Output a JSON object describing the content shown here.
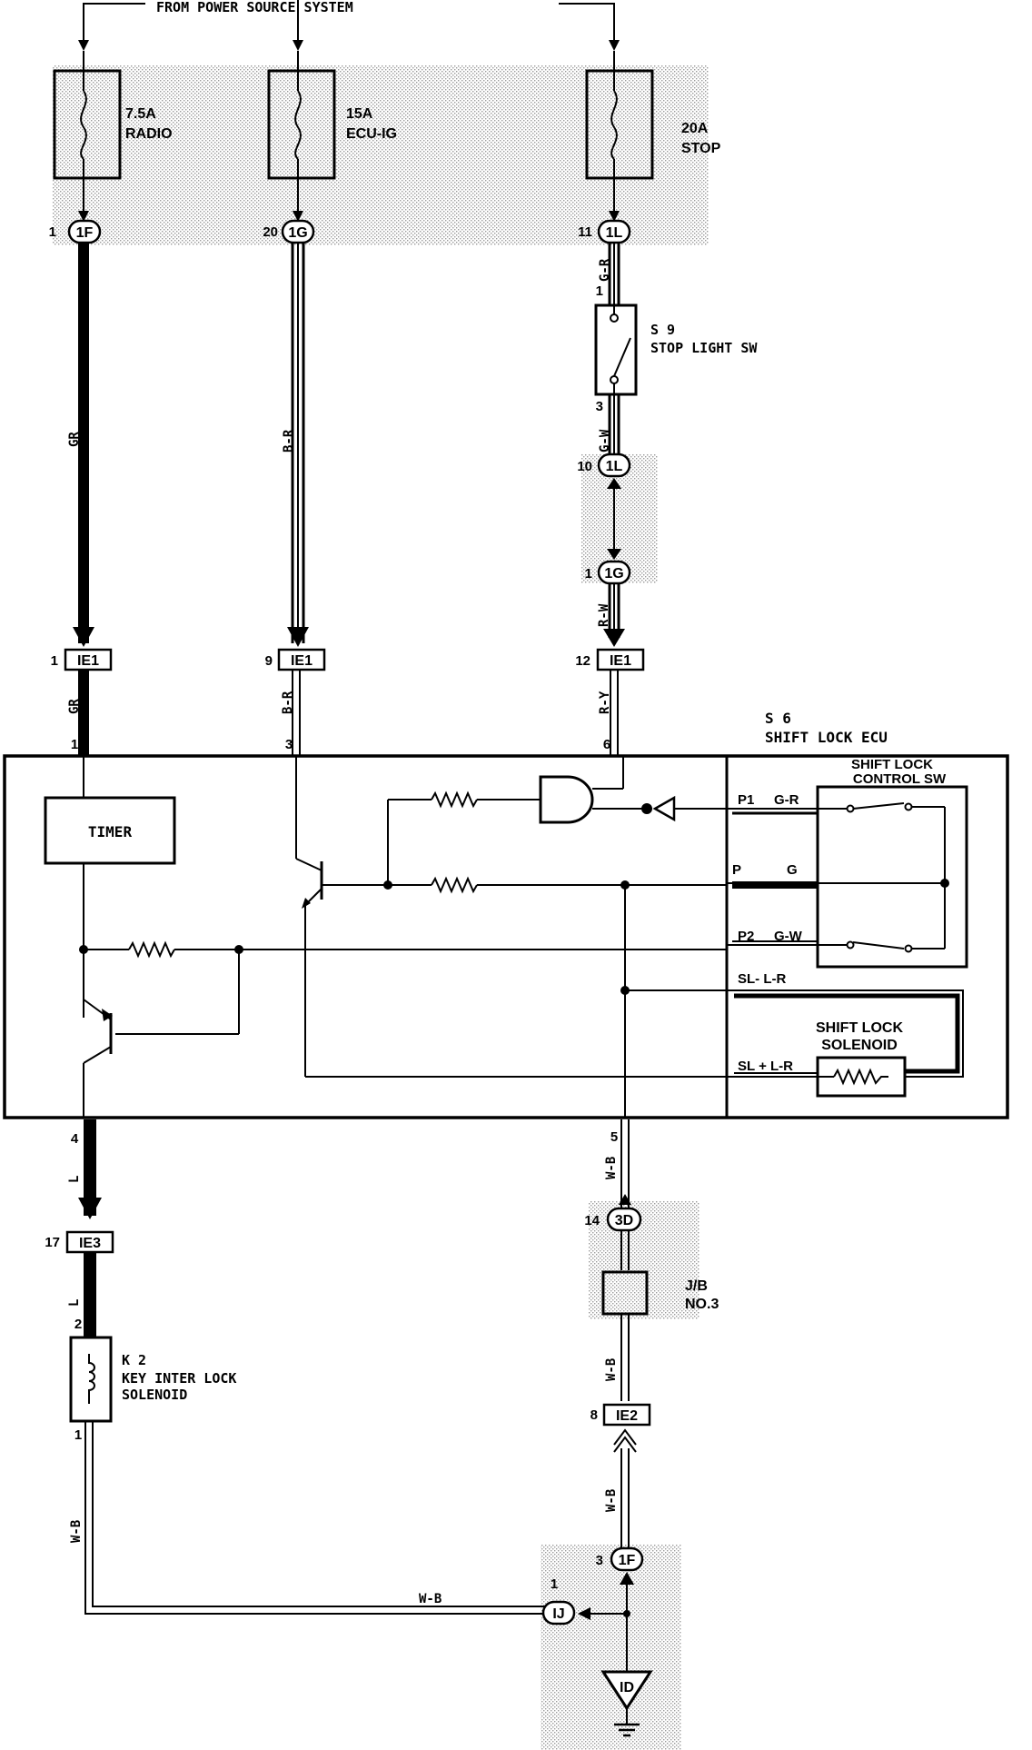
{
  "header": {
    "source": "FROM POWER SOURCE SYSTEM"
  },
  "fuses": [
    {
      "amp": "7.5A",
      "name": "RADIO"
    },
    {
      "amp": "15A",
      "name": "ECU-IG"
    },
    {
      "amp": "20A",
      "name": "STOP"
    }
  ],
  "connectors": {
    "c1f_top": {
      "pin": "1",
      "id": "1F"
    },
    "c1g_top": {
      "pin": "20",
      "id": "1G"
    },
    "c1l_top": {
      "pin": "11",
      "id": "1L"
    },
    "c1l_mid": {
      "pin": "10",
      "id": "1L"
    },
    "c1g_mid": {
      "pin": "1",
      "id": "1G"
    },
    "ie1_a": {
      "pin": "1",
      "id": "IE1"
    },
    "ie1_b": {
      "pin": "9",
      "id": "IE1"
    },
    "ie1_c": {
      "pin": "12",
      "id": "IE1"
    },
    "ie3": {
      "pin": "17",
      "id": "IE3"
    },
    "c3d": {
      "pin": "14",
      "id": "3D"
    },
    "ie2": {
      "pin": "8",
      "id": "IE2"
    },
    "c1f_bot": {
      "pin": "3",
      "id": "1F"
    },
    "ij": {
      "pin": "1",
      "id": "IJ"
    },
    "id": {
      "id": "ID"
    }
  },
  "wire_colors": {
    "gr1": "GR",
    "br1": "B-R",
    "gr_top": "G-R",
    "gw": "G-W",
    "rw": "R-W",
    "gr2": "GR",
    "br2": "B-R",
    "ry": "R-Y",
    "l1": "L",
    "l2": "L",
    "wb1": "W-B",
    "wb2": "W-B",
    "wb3": "W-B",
    "wb4": "W-B",
    "wb5": "W-B"
  },
  "components": {
    "s9": {
      "code": "S 9",
      "name": "STOP LIGHT SW",
      "pin_top": "1",
      "pin_bottom": "3"
    },
    "s6": {
      "code": "S 6",
      "name": "SHIFT LOCK ECU"
    },
    "timer": "TIMER",
    "k2": {
      "code": "K 2",
      "name1": "KEY INTER LOCK",
      "name2": "SOLENOID",
      "pin_top": "2",
      "pin_bottom": "1"
    },
    "jb": {
      "name1": "J/B",
      "name2": "NO.3"
    },
    "shift_lock_sw": {
      "name1": "SHIFT LOCK",
      "name2": "CONTROL SW"
    },
    "shift_lock_solenoid": {
      "name1": "SHIFT LOCK",
      "name2": "SOLENOID"
    }
  },
  "ecu_pins": {
    "p1": "1",
    "p3": "3",
    "p6": "6",
    "p4": "4",
    "p5": "5"
  },
  "ecu_terminals": {
    "p1": "P1",
    "p1_color": "G-R",
    "p": "P",
    "p_color": "G",
    "p2": "P2",
    "p2_color": "G-W",
    "slm": "SL- L-R",
    "slp": "SL + L-R"
  }
}
